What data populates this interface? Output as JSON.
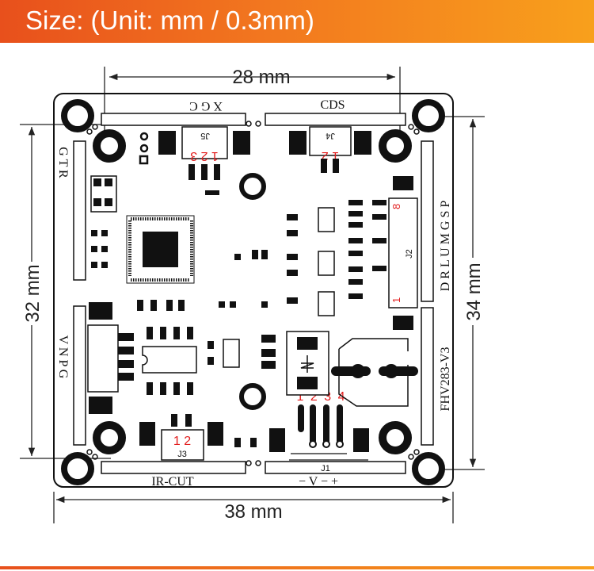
{
  "header": {
    "title": "Size: (Unit: mm / 0.3mm)"
  },
  "dimensions": {
    "top": "28 mm",
    "left": "32 mm",
    "right": "34 mm",
    "bottom": "38 mm"
  },
  "board": {
    "top_left_label": "X G C",
    "top_right_label": "CDS",
    "left_top_label": "G T R",
    "left_bottom_label": "V N P G",
    "right_label": "D R L U M G S P",
    "model": "FHV283-V3",
    "bottom_left_label": "IR-CUT",
    "bottom_right_label": "− V − +",
    "j5": {
      "name": "J5",
      "pins": "1 2 3"
    },
    "j4": {
      "name": "J4",
      "pins": "1 2"
    },
    "j2": {
      "name": "J2",
      "pin_first": "1",
      "pin_last": "8"
    },
    "j3": {
      "name": "J3",
      "pins": "1 2"
    },
    "j1": {
      "name": "J1",
      "pins": "1 2 3 4"
    }
  },
  "colors": {
    "accent": "#f2771f",
    "pin_label": "#e21d1d"
  }
}
